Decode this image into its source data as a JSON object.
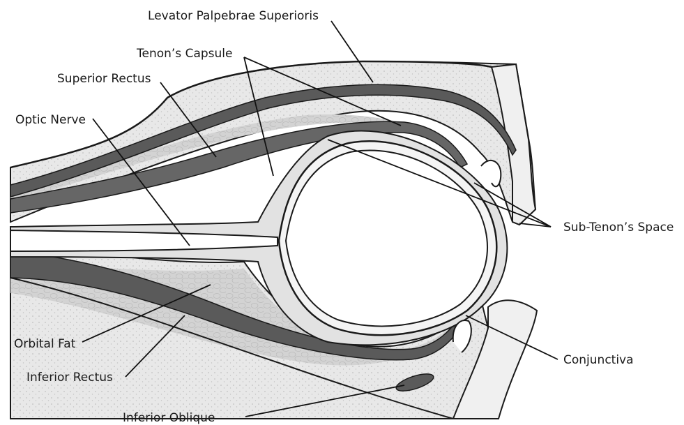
{
  "labels": {
    "levator": "Levator Palpebrae Superioris",
    "tenons_capsule": "Tenon’s Capsule",
    "superior_rectus": "Superior Rectus",
    "optic_nerve": "Optic Nerve",
    "sub_tenons_space": "Sub-Tenon’s Space",
    "orbital_fat": "Orbital Fat",
    "inferior_rectus": "Inferior Rectus",
    "conjunctiva": "Conjunctiva",
    "inferior_oblique": "Inferior Oblique"
  },
  "colors": {
    "tissue": "#e6e6e6",
    "fat": "#cfcfcf",
    "muscle": "#5a5a5a",
    "outline": "#1a1a1a",
    "globe": "#ffffff"
  }
}
